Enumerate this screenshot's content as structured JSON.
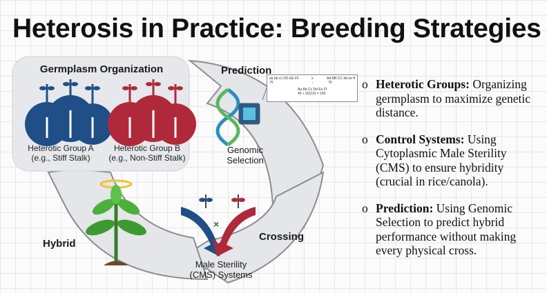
{
  "title": "Heterosis in Practice: Breeding Strategies",
  "diagram": {
    "germplasm_title": "Germplasm Organization",
    "group_a": {
      "line1": "Heterotic Group A",
      "line2": "(e.g., Stiff Stalk)",
      "color": "#1f4f86"
    },
    "group_b": {
      "line1": "Heterotic Group B",
      "line2": "(e.g., Non-Stiff Stalk)",
      "color": "#b0293a"
    },
    "prediction": "Prediction",
    "genomic_line1": "Genomic",
    "genomic_line2": "Selection",
    "callout": {
      "left1": "aa bb cc DD EE FF",
      "left2": "70",
      "mid": "x",
      "right1": "AA BB CC dd ee ff",
      "right2": "70",
      "res1": "Aa Bb Cc Dd Ee Ff",
      "res2": "40 + (6)(10) = 100"
    },
    "crossing": "Crossing",
    "cms_line1": "Male Sterility",
    "cms_line2": "(CMS) Systems",
    "hybrid": "Hybrid"
  },
  "bullets": [
    {
      "marker": "o",
      "term": "Heterotic Groups:",
      "text": " Organizing germplasm to maximize genetic distance."
    },
    {
      "marker": "o",
      "term": "Control Systems:",
      "text": " Using Cytoplasmic Male Sterility (CMS) to ensure hybridity (crucial in rice/canola)."
    },
    {
      "marker": "o",
      "term": "Prediction:",
      "text": " Using Genomic Selection to predict hybrid performance without making every physical cross."
    }
  ]
}
